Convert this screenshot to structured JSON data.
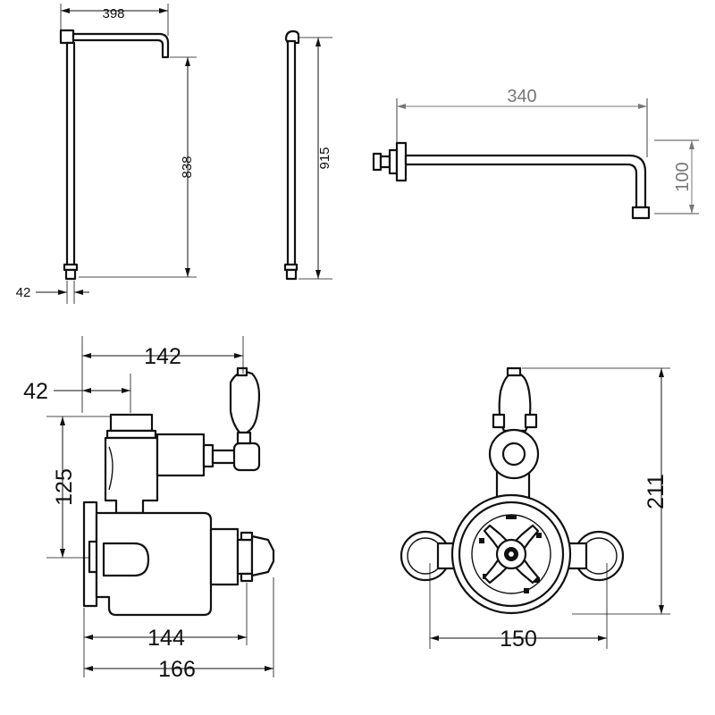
{
  "dimensions": {
    "riser_width": "398",
    "riser_height": "838",
    "riser_offset": "42",
    "rail_height": "915",
    "arm_length": "340",
    "arm_drop": "100",
    "valve_depth": "142",
    "valve_inlet": "42",
    "valve_height": "125",
    "valve_body_depth": "144",
    "valve_total_depth": "166",
    "valve_centres": "150",
    "valve_overall_height": "211"
  }
}
